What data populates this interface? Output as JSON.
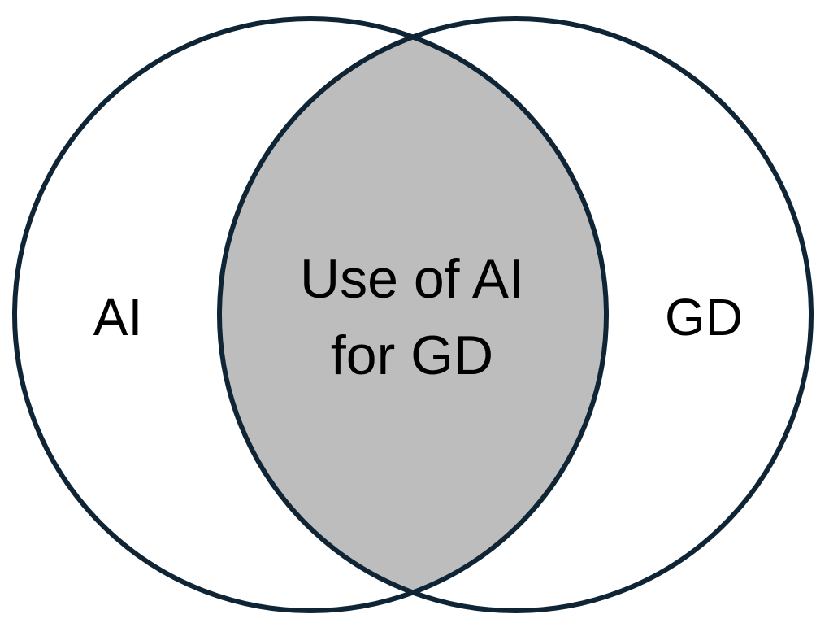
{
  "diagram": {
    "type": "venn",
    "sets": [
      {
        "label": "AI"
      },
      {
        "label": "GD"
      }
    ],
    "intersection": {
      "label_lines": [
        "Use of AI",
        "for GD"
      ]
    },
    "colors": {
      "outline": "#0f2535",
      "intersection_fill": "#bdbdbd",
      "background": "#ffffff",
      "text": "#000000"
    }
  }
}
